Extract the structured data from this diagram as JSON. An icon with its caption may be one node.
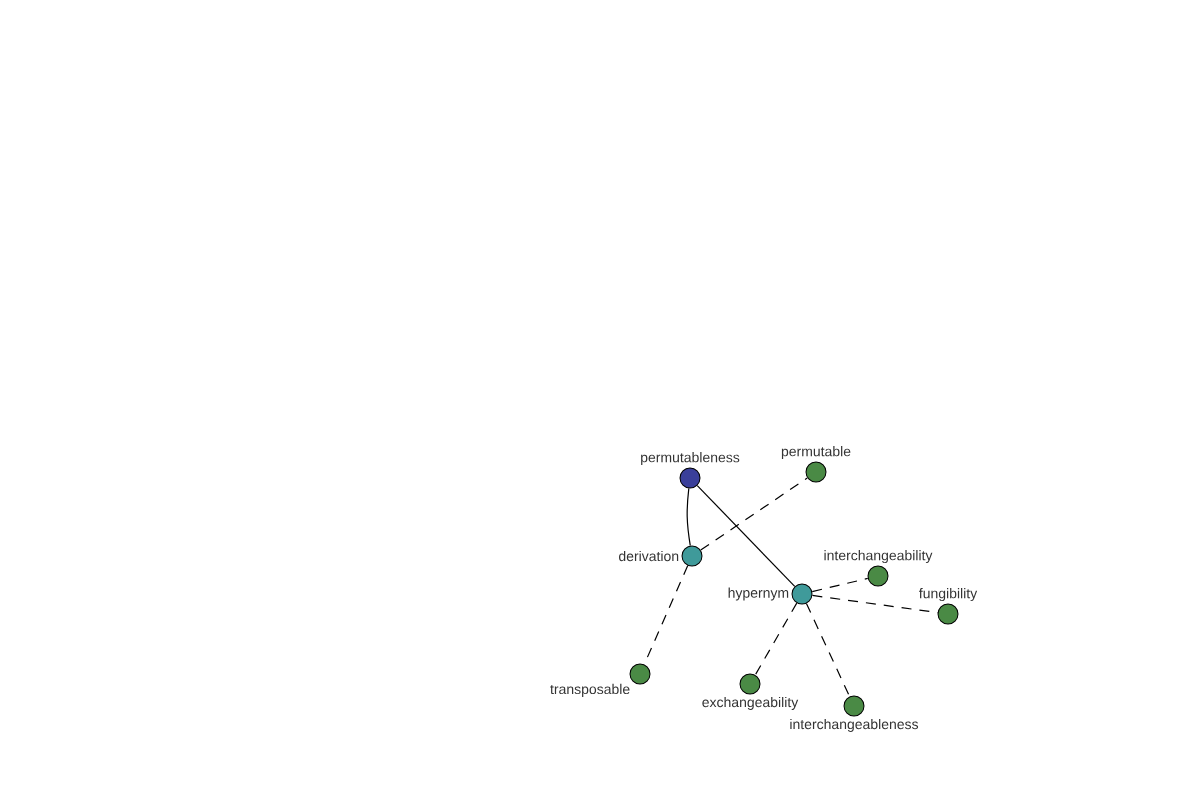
{
  "diagram": {
    "nodes": [
      {
        "text": [
          "permutableness"
        ]
      },
      {
        "text": [
          "permutable"
        ]
      },
      {
        "text": [
          "derivation"
        ]
      },
      {
        "text": [
          "hypernym"
        ]
      },
      {
        "text": [
          "interchangeability"
        ]
      },
      {
        "text": [
          "fungibility"
        ]
      },
      {
        "text": [
          "transposable"
        ]
      },
      {
        "text": [
          "exchangeability"
        ]
      },
      {
        "text": [
          "interchangeableness"
        ]
      }
    ],
    "edges": [
      {
        "from": 0,
        "to": 2,
        "arrow": "none"
      },
      {
        "from": 0,
        "to": 3,
        "arrow": "none"
      },
      {
        "from": 2,
        "to": 1,
        "arrow": "none",
        "style": "dashed"
      },
      {
        "from": 2,
        "to": 6,
        "arrow": "none",
        "style": "dashed"
      },
      {
        "from": 3,
        "to": 4,
        "arrow": "none",
        "style": "dashed"
      },
      {
        "from": 3,
        "to": 5,
        "arrow": "none",
        "style": "dashed"
      },
      {
        "from": 3,
        "to": 7,
        "arrow": "none",
        "style": "dashed"
      },
      {
        "from": 3,
        "to": 8,
        "arrow": "none",
        "style": "dashed"
      }
    ]
  }
}
